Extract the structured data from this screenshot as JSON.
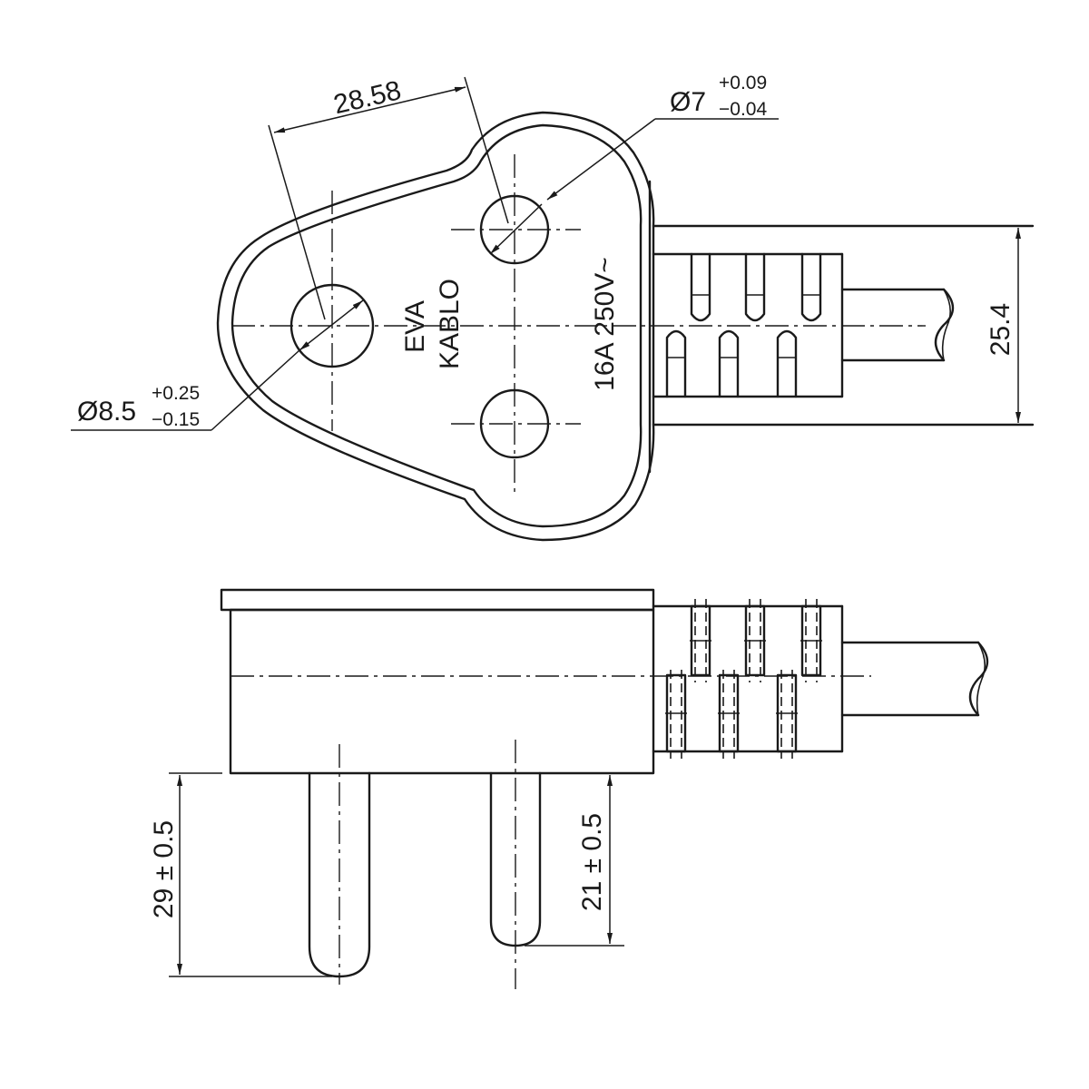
{
  "top_view": {
    "dim_pin_spacing": "28.58",
    "dim_small_pin": {
      "value": "Ø7",
      "tol_plus": "+0.09",
      "tol_minus": "−0.04"
    },
    "dim_large_pin": {
      "value": "Ø8.5",
      "tol_plus": "+0.25",
      "tol_minus": "−0.15"
    },
    "dim_cable_width": "25.4",
    "label_line1": "EVA",
    "label_line2": "KABLO",
    "rating": "16A 250V~"
  },
  "side_view": {
    "dim_long_pin": "29 ± 0.5",
    "dim_short_pin": "21 ± 0.5"
  }
}
